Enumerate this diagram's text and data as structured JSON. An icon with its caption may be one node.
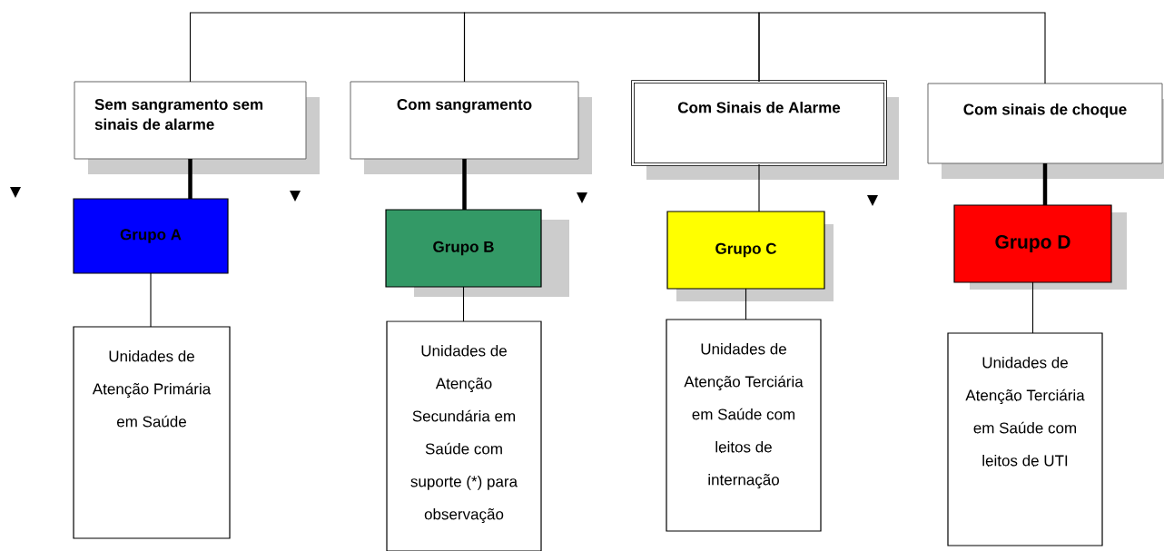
{
  "diagram": {
    "nodes": [
      {
        "text": [
          "Sem sangramento sem sinais de alarme"
        ]
      },
      {
        "text": [
          "Com sangramento"
        ]
      },
      {
        "text": [
          "Com Sinais de Alarme"
        ]
      },
      {
        "text": [
          "Com sinais de choque"
        ]
      },
      {
        "text": [
          "Grupo A"
        ]
      },
      {
        "text": [
          "Grupo B"
        ]
      },
      {
        "text": [
          "Grupo C"
        ]
      },
      {
        "text": [
          "Grupo D"
        ]
      },
      {
        "text": [
          "Unidades de Atenção Primária em Saúde"
        ]
      },
      {
        "text": [
          "Unidades de Atenção Secundária em Saúde com suporte (*) para observação"
        ]
      },
      {
        "text": [
          "Unidades de Atenção Terciária em Saúde com leitos de internação"
        ]
      },
      {
        "text": [
          "Unidades de Atenção Terciária em Saúde com leitos de UTI"
        ]
      }
    ],
    "edges": [
      {
        "from": 0,
        "to": 1,
        "arrow": "none"
      },
      {
        "from": 1,
        "to": 2,
        "arrow": "none"
      },
      {
        "from": 2,
        "to": 3,
        "arrow": "none"
      },
      {
        "from": 0,
        "to": 4,
        "arrow": "none",
        "style": "thick"
      },
      {
        "from": 1,
        "to": 5,
        "arrow": "none",
        "style": "thick"
      },
      {
        "from": 2,
        "to": 6,
        "arrow": "none"
      },
      {
        "from": 3,
        "to": 7,
        "arrow": "none",
        "style": "thick"
      },
      {
        "from": 4,
        "to": 8,
        "arrow": "none"
      },
      {
        "from": 5,
        "to": 9,
        "arrow": "none"
      },
      {
        "from": 6,
        "to": 10,
        "arrow": "none"
      },
      {
        "from": 7,
        "to": 11,
        "arrow": "none"
      }
    ]
  }
}
